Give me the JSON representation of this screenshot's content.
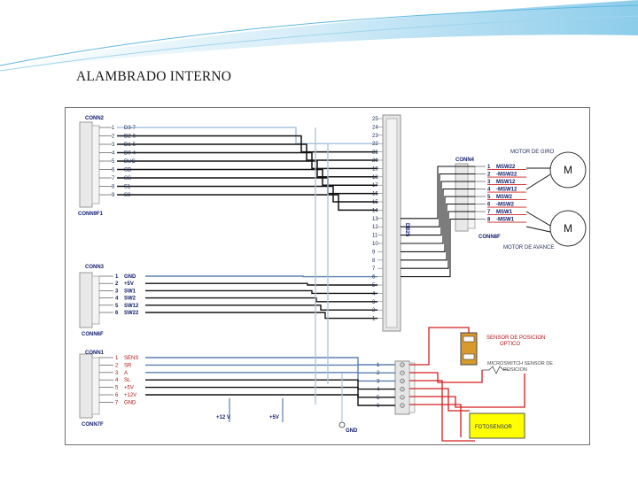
{
  "slide": {
    "title": "ALAMBRADO INTERNO"
  },
  "diagram": {
    "conn2": {
      "name": "CONN2",
      "part": "CONN9F1",
      "pins": [
        "1",
        "2",
        "3",
        "4",
        "5",
        "6",
        "7",
        "8",
        "9"
      ],
      "labels": [
        "D3-7",
        "D2-6",
        "D1-5",
        "D0-4",
        "BUC",
        "SD",
        "SS",
        "S1",
        "S0"
      ]
    },
    "conn3": {
      "name": "CONN3",
      "part": "CONN6F",
      "pins": [
        "1",
        "2",
        "3",
        "4",
        "5",
        "6"
      ],
      "labels": [
        "GND",
        "+5V",
        "SW1",
        "SW2",
        "SW12",
        "SW22"
      ]
    },
    "conn1": {
      "name": "CONN1",
      "part": "CONN7F",
      "pins": [
        "1",
        "2",
        "3",
        "4",
        "5",
        "6",
        "7"
      ],
      "labels": [
        "SENS",
        "SR",
        "A",
        "SL",
        "+5V",
        "+12V",
        "GND"
      ]
    },
    "db25": {
      "name": "DB25",
      "pins": [
        "25",
        "24",
        "23",
        "22",
        "21",
        "20",
        "19",
        "18",
        "17",
        "16",
        "15",
        "14",
        "13",
        "12",
        "11",
        "10",
        "9",
        "8",
        "7",
        "6",
        "5",
        "4",
        "3",
        "2",
        "1"
      ]
    },
    "conn4": {
      "name": "CONN4",
      "part": "CONN8F",
      "pins": [
        "1",
        "2",
        "3",
        "4",
        "5",
        "6",
        "7",
        "8"
      ],
      "labels": [
        "MSW22",
        "-MSW22",
        "MSW12",
        "-MSW12",
        "MSW2",
        "-MSW2",
        "MSW1",
        "-MSW1"
      ]
    },
    "motors": {
      "giro_label": "MOTOR DE GIRO",
      "avance_label": "MOTOR DE AVANCE",
      "symbol": "M"
    },
    "terminal": {
      "pins": [
        "1",
        "2",
        "3",
        "4",
        "5",
        "6"
      ]
    },
    "sensor": {
      "label_line1": "SENSOR DE POSICION",
      "label_line2": "OPTICO",
      "switch_label_line1": "MICROSWITCH SENSOR DE",
      "switch_label_line2": "POSICION"
    },
    "fotosensor": {
      "label": "FOTOSENSOR"
    },
    "power": {
      "v12": "+12 V",
      "v5": "+5V",
      "gnd": "GND"
    },
    "colors": {
      "wire_black": "#111111",
      "wire_blue": "#5b7fb0",
      "wire_lightblue": "#a9c4df",
      "wire_red": "#d21e1e",
      "sensor_fill": "#d79a2b",
      "fotosensor_fill": "#ffff00"
    }
  }
}
